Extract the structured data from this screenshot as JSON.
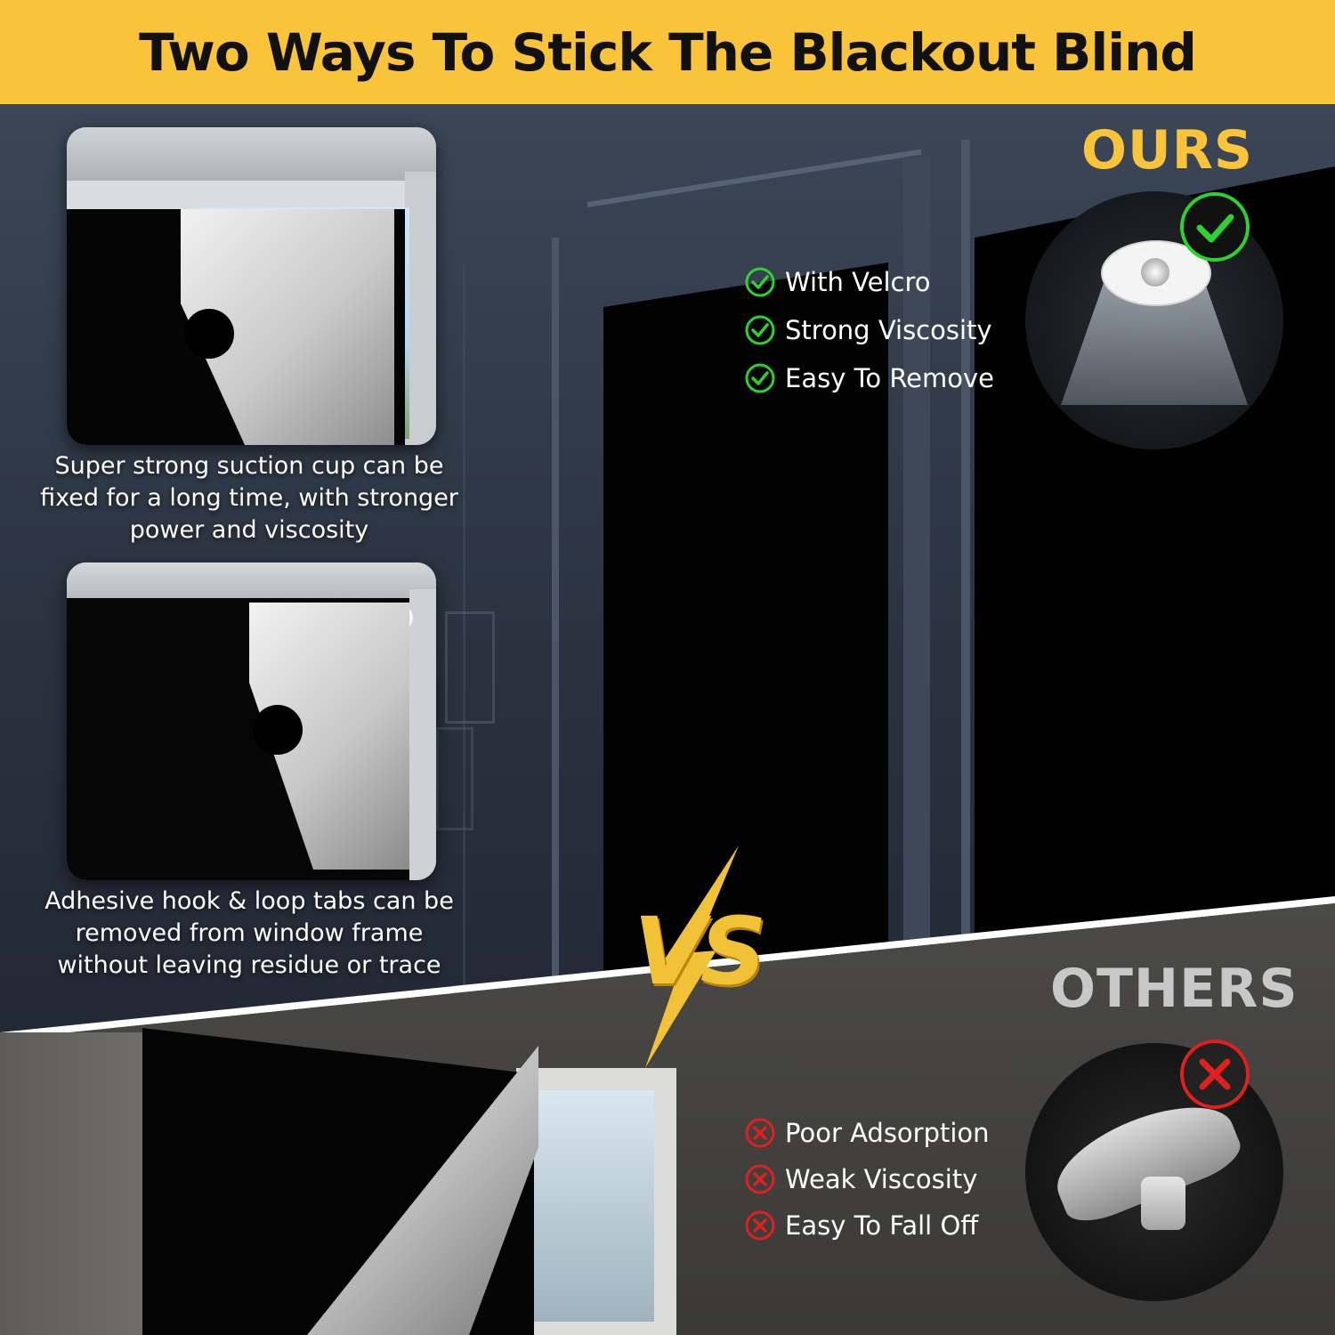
{
  "banner": {
    "title": "Two Ways To Stick The Blackout Blind"
  },
  "photos": {
    "suction_caption": "Super strong suction cup can be fixed for a long time, with stronger power and viscosity",
    "velcro_caption": "Adhesive hook & loop tabs can be removed from window frame without leaving residue or trace"
  },
  "ours": {
    "label": "OURS",
    "features": [
      "With Velcro",
      "Strong Viscosity",
      "Easy To Remove"
    ]
  },
  "vs": {
    "label": "VS"
  },
  "others": {
    "label": "OTHERS",
    "features": [
      "Poor Adsorption",
      "Weak Viscosity",
      "Easy To Fall Off"
    ]
  },
  "colors": {
    "banner": "#f9c43a",
    "ours_label": "#f9c43a",
    "others_label": "#c8c8c8",
    "check": "#2fd12f",
    "cross": "#e0201f"
  },
  "icons": {
    "good": "check-circle-icon",
    "bad": "x-circle-icon"
  }
}
